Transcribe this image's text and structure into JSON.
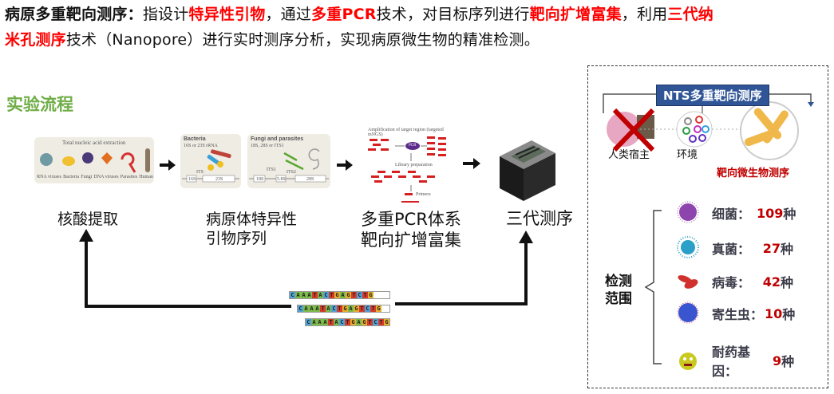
{
  "intro": {
    "segments_line1": [
      {
        "text": "病原多重靶向测序：",
        "style": "b"
      },
      {
        "text": "指设计",
        "style": "n"
      },
      {
        "text": "特异性引物",
        "style": "r"
      },
      {
        "text": "，通过",
        "style": "n"
      },
      {
        "text": "多重PCR",
        "style": "r"
      },
      {
        "text": "技术，对目标序列进行",
        "style": "n"
      },
      {
        "text": "靶向扩增富集",
        "style": "r"
      },
      {
        "text": "，利用",
        "style": "n"
      },
      {
        "text": "三代纳",
        "style": "r"
      }
    ],
    "segments_line2": [
      {
        "text": "米孔测序",
        "style": "r"
      },
      {
        "text": "技术（Nanopore）进行实时测序分析，实现病原微生物的精准检测。",
        "style": "n"
      }
    ]
  },
  "section_title": "实验流程",
  "workflow": {
    "steps": [
      {
        "label": "核酸提取"
      },
      {
        "label_line1": "病原体特异性",
        "label_line2": "引物序列"
      },
      {
        "label_line1": "多重PCR体系",
        "label_line2": "靶向扩增富集"
      },
      {
        "label": "三代测序"
      }
    ],
    "extraction_panel": {
      "title": "Total nucleic acid extraction",
      "items": [
        "RNA viruses",
        "Bacteria",
        "Fungi",
        "DNA viruses",
        "Parasites",
        "Human"
      ]
    },
    "bacteria_panel": {
      "title": "Bacteria",
      "subtitle": "16S or 23S rRNA",
      "genes": [
        "16S",
        "ITS",
        "23S"
      ]
    },
    "fungi_panel": {
      "title": "Fungi and parasites",
      "subtitle": "18S, 28S or ITS1",
      "genes": [
        "ITS1",
        "18S",
        "5.8S",
        "ITS2",
        "28S"
      ]
    },
    "pcr_panel": {
      "title": "Amplification of target region (targeted mNGS)",
      "pcr_label": "PCR",
      "library_label": "Library preparation",
      "primers_label": "Primers"
    },
    "dna_sequence": "CAAATACTGAGTCTG"
  },
  "detection": {
    "nts_title": "NTS多重靶向测序",
    "host_label": "人类宿主",
    "env_label": "环境",
    "target_label": "靶向微生物测序",
    "range_label_line1": "检测",
    "range_label_line2": "范围",
    "items": [
      {
        "name": "细菌：",
        "count": "109",
        "unit": "种",
        "icon": "bacteria-icon",
        "color": "#8e44ad"
      },
      {
        "name": "真菌：",
        "count": "27",
        "unit": "种",
        "icon": "fungus-icon",
        "color": "#2aa0c8"
      },
      {
        "name": "病毒：",
        "count": "42",
        "unit": "种",
        "icon": "virus-icon",
        "color": "#d0312d"
      },
      {
        "name": "寄生虫：",
        "count": "10",
        "unit": "种",
        "icon": "parasite-icon",
        "color": "#3a55d0"
      },
      {
        "name": "耐药基因：",
        "count": "9",
        "unit": "种",
        "icon": "resistance-gene-icon",
        "color": "#c9c920"
      }
    ]
  },
  "colors": {
    "highlight_red": "#ff0000",
    "count_red": "#c00000",
    "section_green": "#70ad47",
    "nts_blue": "#2f5597"
  }
}
